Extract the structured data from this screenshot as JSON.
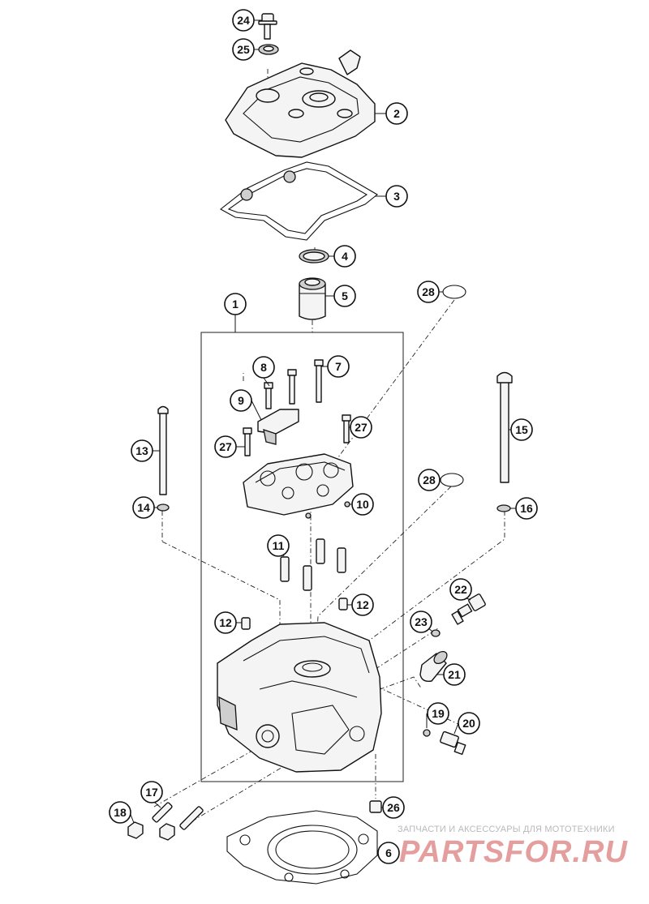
{
  "callouts": [
    {
      "id": "c24",
      "label": "24"
    },
    {
      "id": "c25",
      "label": "25"
    },
    {
      "id": "c2",
      "label": "2"
    },
    {
      "id": "c3",
      "label": "3"
    },
    {
      "id": "c4",
      "label": "4"
    },
    {
      "id": "c5",
      "label": "5"
    },
    {
      "id": "c28a",
      "label": "28"
    },
    {
      "id": "c1",
      "label": "1"
    },
    {
      "id": "c8",
      "label": "8"
    },
    {
      "id": "c7",
      "label": "7"
    },
    {
      "id": "c9",
      "label": "9"
    },
    {
      "id": "c27a",
      "label": "27"
    },
    {
      "id": "c27b",
      "label": "27"
    },
    {
      "id": "c13",
      "label": "13"
    },
    {
      "id": "c15",
      "label": "15"
    },
    {
      "id": "c14",
      "label": "14"
    },
    {
      "id": "c16",
      "label": "16"
    },
    {
      "id": "c10",
      "label": "10"
    },
    {
      "id": "c28b",
      "label": "28"
    },
    {
      "id": "c11",
      "label": "11"
    },
    {
      "id": "c12a",
      "label": "12"
    },
    {
      "id": "c12b",
      "label": "12"
    },
    {
      "id": "c22",
      "label": "22"
    },
    {
      "id": "c23",
      "label": "23"
    },
    {
      "id": "c21",
      "label": "21"
    },
    {
      "id": "c19",
      "label": "19"
    },
    {
      "id": "c20",
      "label": "20"
    },
    {
      "id": "c17",
      "label": "17"
    },
    {
      "id": "c18",
      "label": "18"
    },
    {
      "id": "c26",
      "label": "26"
    },
    {
      "id": "c6",
      "label": "6"
    }
  ],
  "watermark": {
    "caption": "ЗАПЧАСТИ И АКСЕССУАРЫ ДЛЯ МОТОТЕХНИКИ",
    "brand": "PARTSFOR.RU"
  }
}
